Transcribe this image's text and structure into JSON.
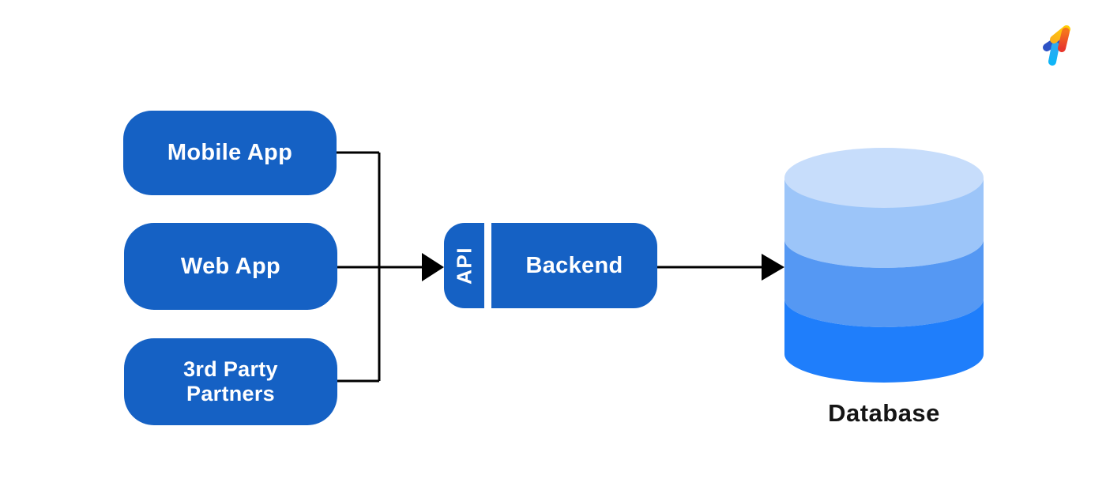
{
  "nodes": {
    "mobile_app": {
      "label": "Mobile App"
    },
    "web_app": {
      "label": "Web App"
    },
    "third_party": {
      "label": "3rd Party Partners"
    },
    "api": {
      "label": "API"
    },
    "backend": {
      "label": "Backend"
    },
    "database": {
      "label": "Database"
    }
  },
  "connections": [
    {
      "from": "mobile_app",
      "to": "api",
      "style": "elbow"
    },
    {
      "from": "web_app",
      "to": "api",
      "style": "straight-arrow"
    },
    {
      "from": "third_party",
      "to": "api",
      "style": "elbow"
    },
    {
      "from": "backend",
      "to": "database",
      "style": "straight-arrow"
    }
  ],
  "colors": {
    "node_blue": "#1561C4",
    "node_text": "#FFFFFF",
    "connector": "#000000",
    "cylinder_top": "#C7DDFB",
    "cylinder_upper": "#9CC5F9",
    "cylinder_middle": "#5598F3",
    "cylinder_lower": "#1F7EFB",
    "label_dark": "#151515",
    "logo_yellow_start": "#FBB11B",
    "logo_yellow_end": "#FFCE06",
    "logo_red_start": "#F5731D",
    "logo_red_end": "#E8372C",
    "logo_blue": "#2D53C6",
    "logo_cyan_start": "#2EA9F2",
    "logo_cyan_end": "#0FB5F7"
  },
  "icons": {
    "logo": "brand-logo-icon",
    "database": "database-cylinder-icon",
    "arrows": "arrow-head-icon"
  }
}
